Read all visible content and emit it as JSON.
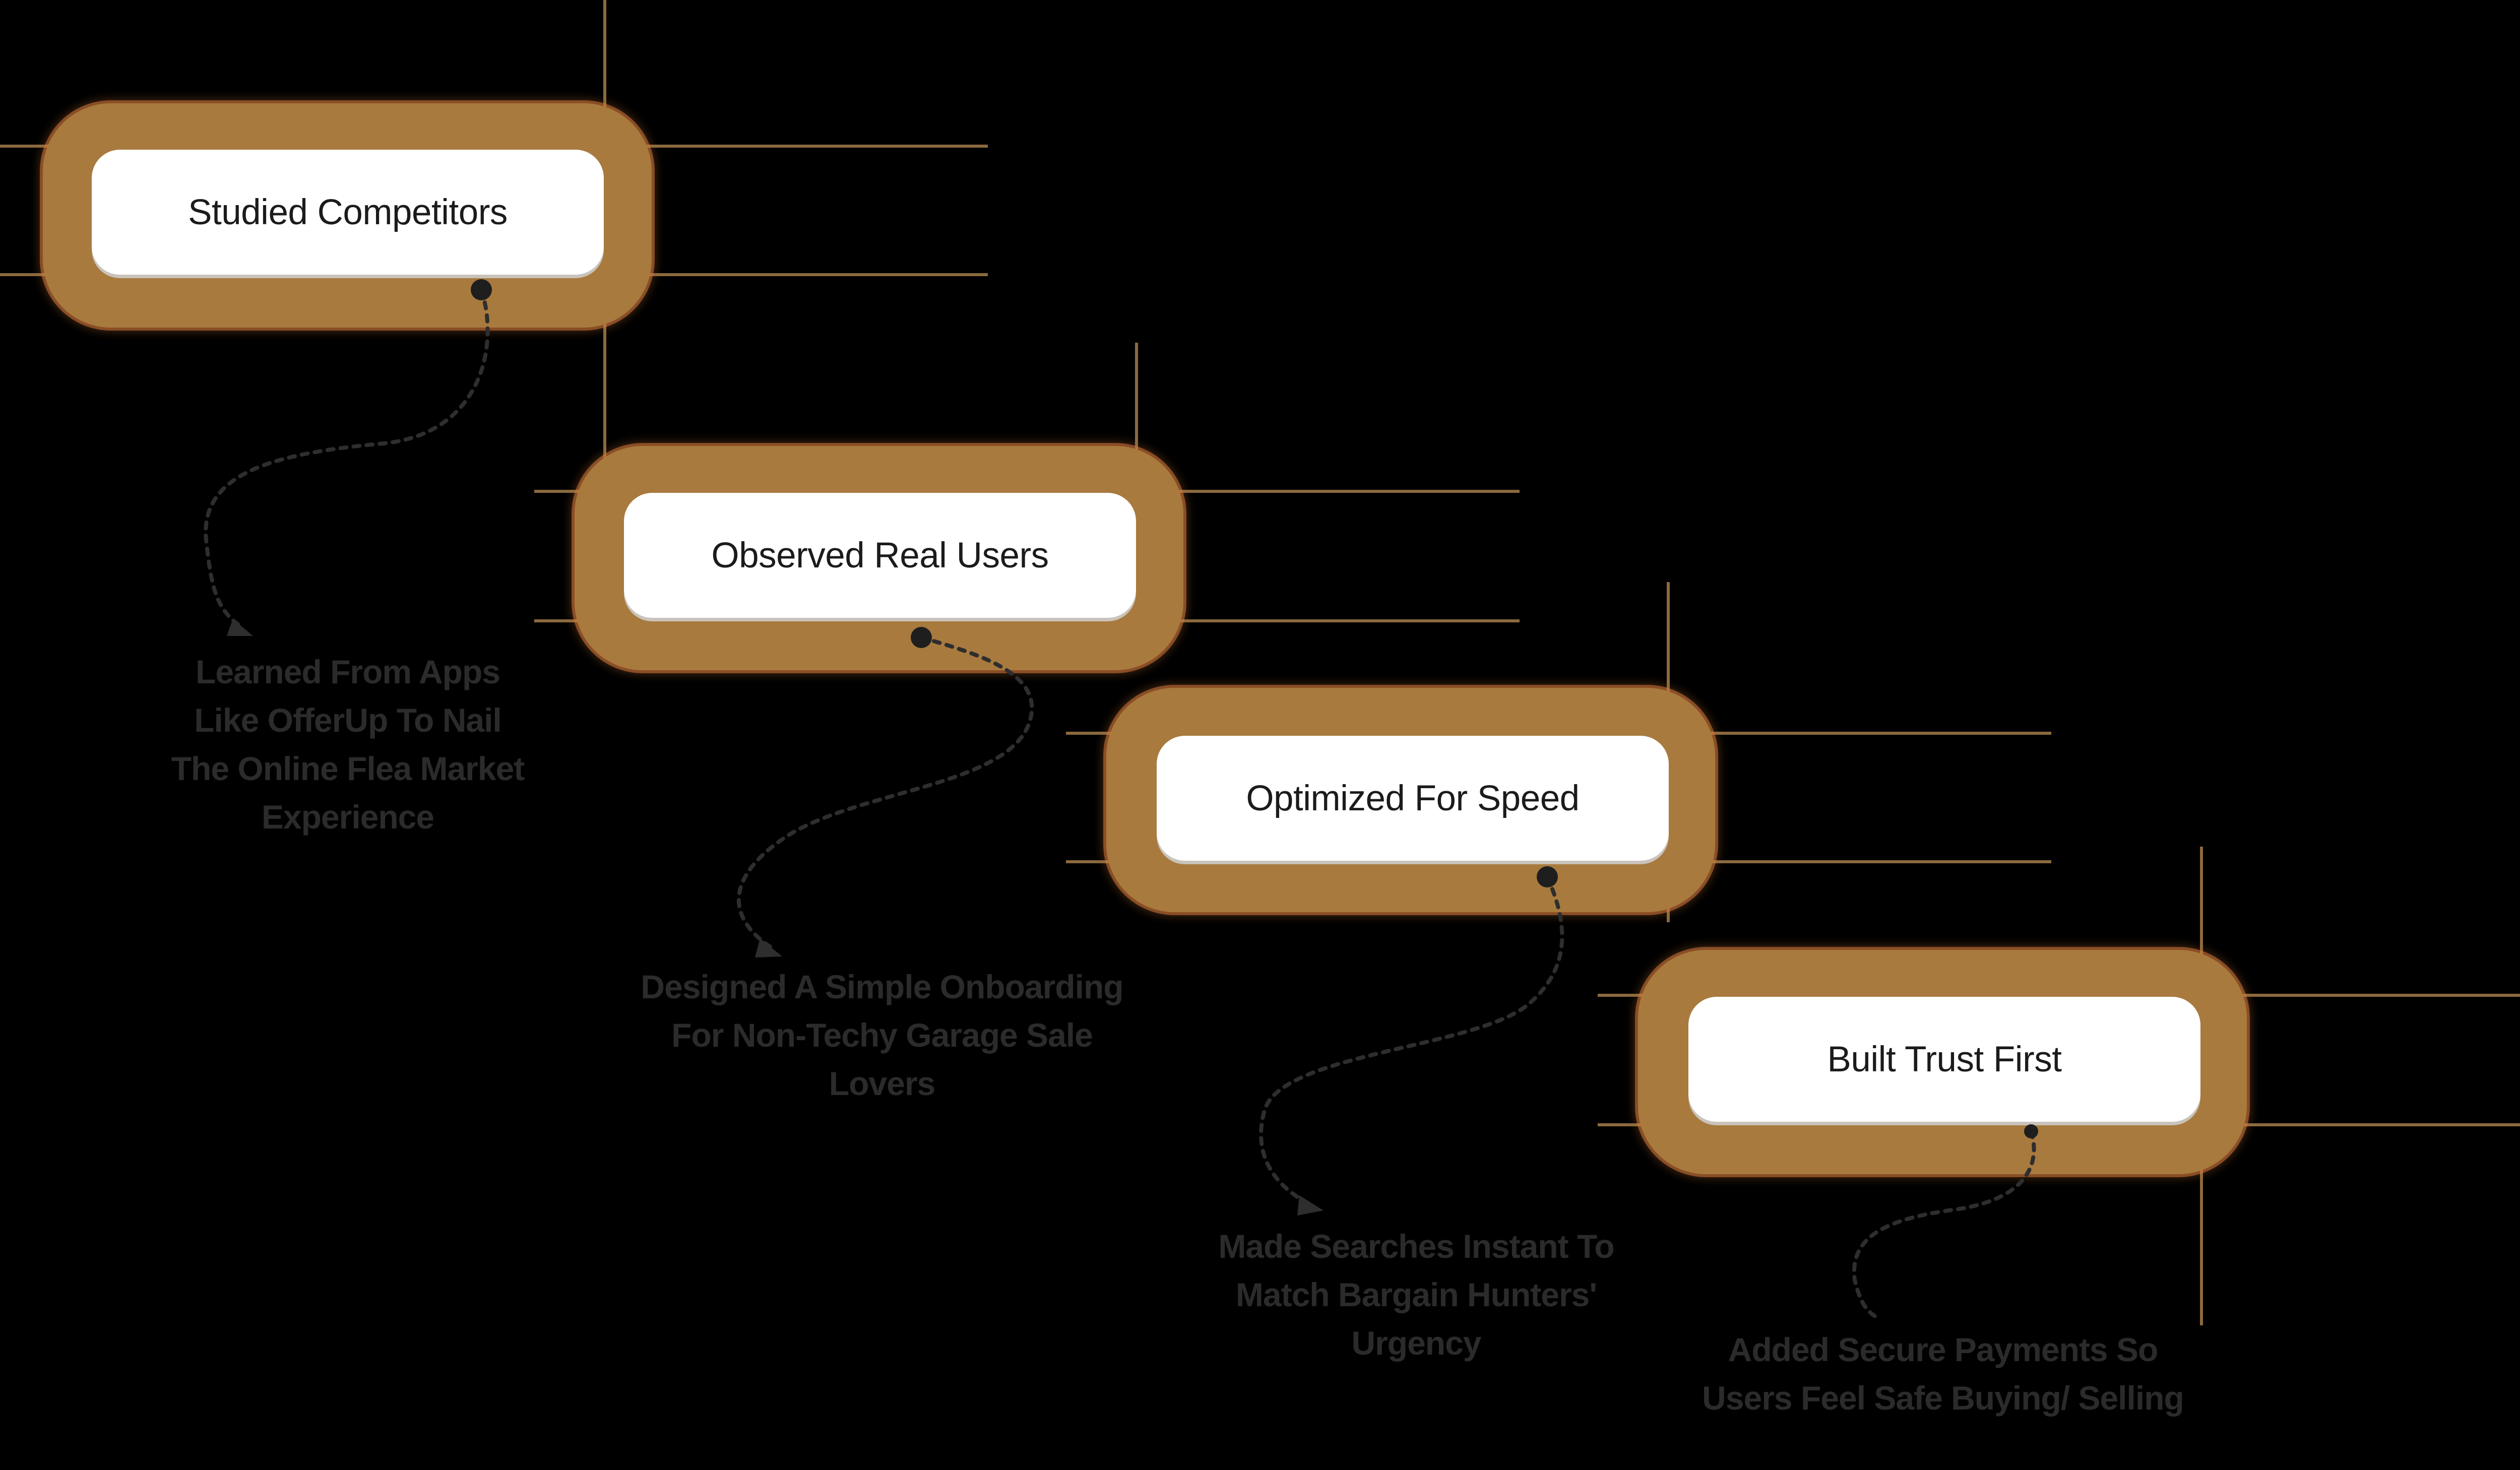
{
  "diagram": {
    "steps": [
      {
        "label": "Studied Competitors",
        "note": "Learned From Apps Like OfferUp To Nail The Online Flea Market Experience"
      },
      {
        "label": "Observed Real Users",
        "note": "Designed A Simple Onboarding For Non-Techy Garage Sale Lovers"
      },
      {
        "label": "Optimized For Speed",
        "note": "Made Searches Instant To Match Bargain Hunters' Urgency"
      },
      {
        "label": "Built Trust First",
        "note": "Added Secure Payments So Users Feel Safe Buying/ Selling"
      }
    ],
    "colors": {
      "background": "#000000",
      "frame": "#A87A3E",
      "frame_glow": "#D6783C",
      "guide_line": "#8B6A3F",
      "card": "#FFFFFF",
      "label_text": "#1B1B1B",
      "note_text": "#2B2B2B",
      "connector": "#2E2E2E"
    }
  }
}
